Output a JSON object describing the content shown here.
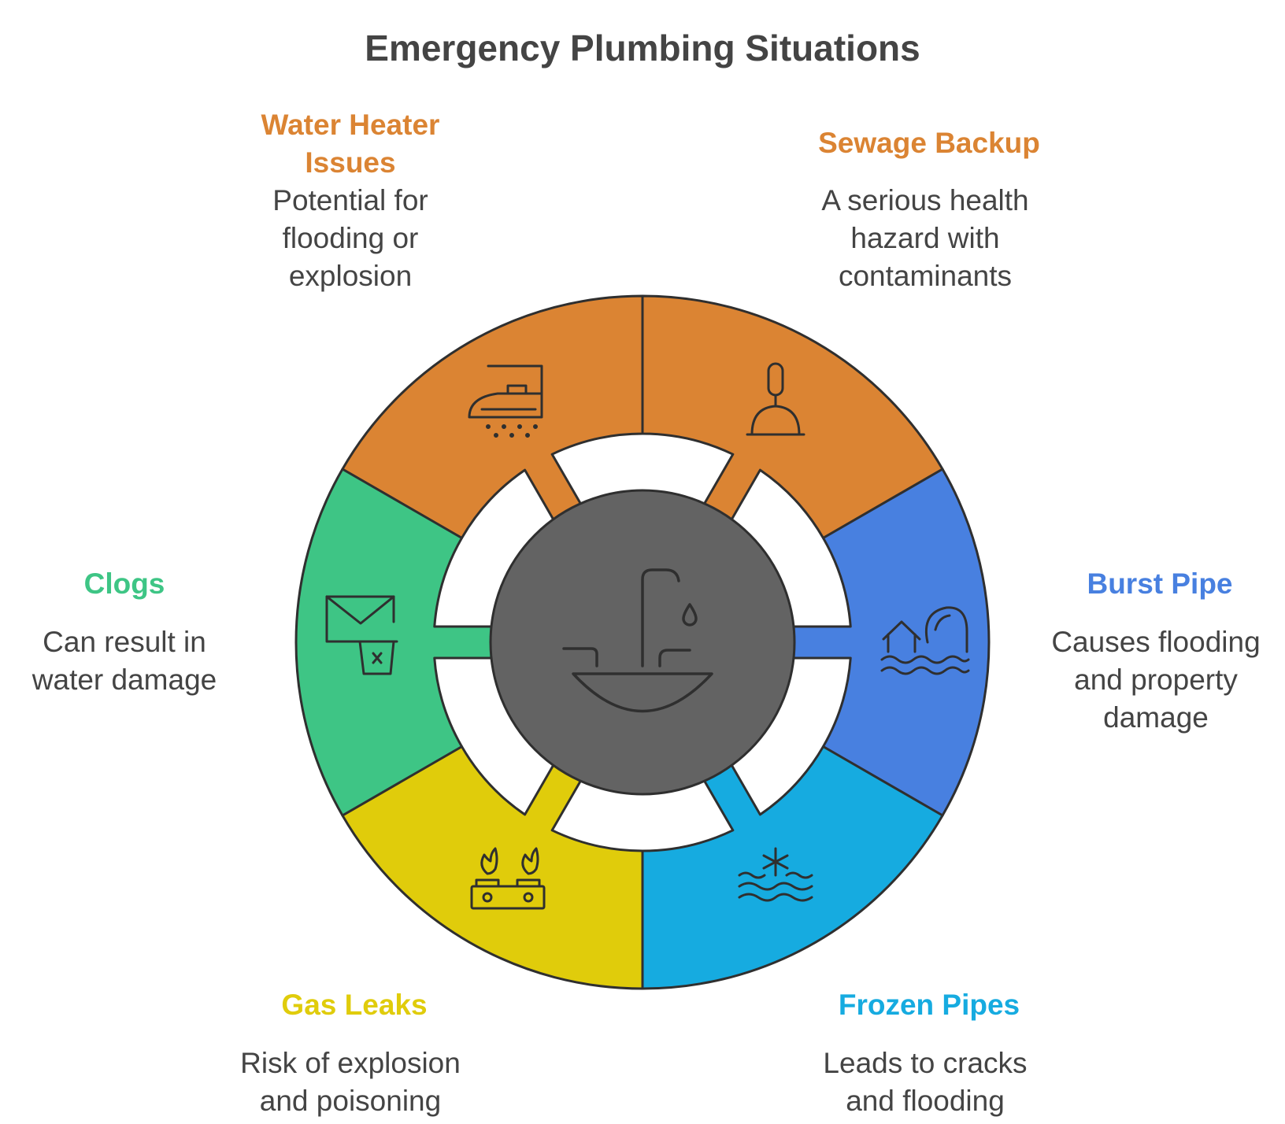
{
  "title": "Emergency Plumbing Situations",
  "colors": {
    "outline": "#2f2f2f",
    "hub": "#636363",
    "text": "#444444"
  },
  "center": {
    "icon": "faucet-sink-icon"
  },
  "segments": [
    {
      "key": "water-heater",
      "title_lines": [
        "Water Heater",
        "Issues"
      ],
      "desc_lines": [
        "Potential for",
        "flooding or",
        "explosion"
      ],
      "color": "#DB8433",
      "icon": "steam-iron-icon"
    },
    {
      "key": "sewage-backup",
      "title_lines": [
        "Sewage Backup"
      ],
      "desc_lines": [
        "A serious health",
        "hazard with",
        "contaminants"
      ],
      "color": "#DB8433",
      "icon": "plunger-icon"
    },
    {
      "key": "burst-pipe",
      "title_lines": [
        "Burst Pipe"
      ],
      "desc_lines": [
        "Causes flooding",
        "and property",
        "damage"
      ],
      "color": "#4880E0",
      "icon": "flood-house-icon"
    },
    {
      "key": "frozen-pipes",
      "title_lines": [
        "Frozen Pipes"
      ],
      "desc_lines": [
        "Leads to cracks",
        "and flooding"
      ],
      "color": "#16ABE0",
      "icon": "snowflake-water-icon"
    },
    {
      "key": "gas-leaks",
      "title_lines": [
        "Gas Leaks"
      ],
      "desc_lines": [
        "Risk of explosion",
        "and poisoning"
      ],
      "color": "#E0CC0B",
      "icon": "gas-stove-icon"
    },
    {
      "key": "clogs",
      "title_lines": [
        "Clogs"
      ],
      "desc_lines": [
        "Can result in",
        "water damage"
      ],
      "color": "#3EC585",
      "icon": "mail-trash-icon"
    }
  ]
}
